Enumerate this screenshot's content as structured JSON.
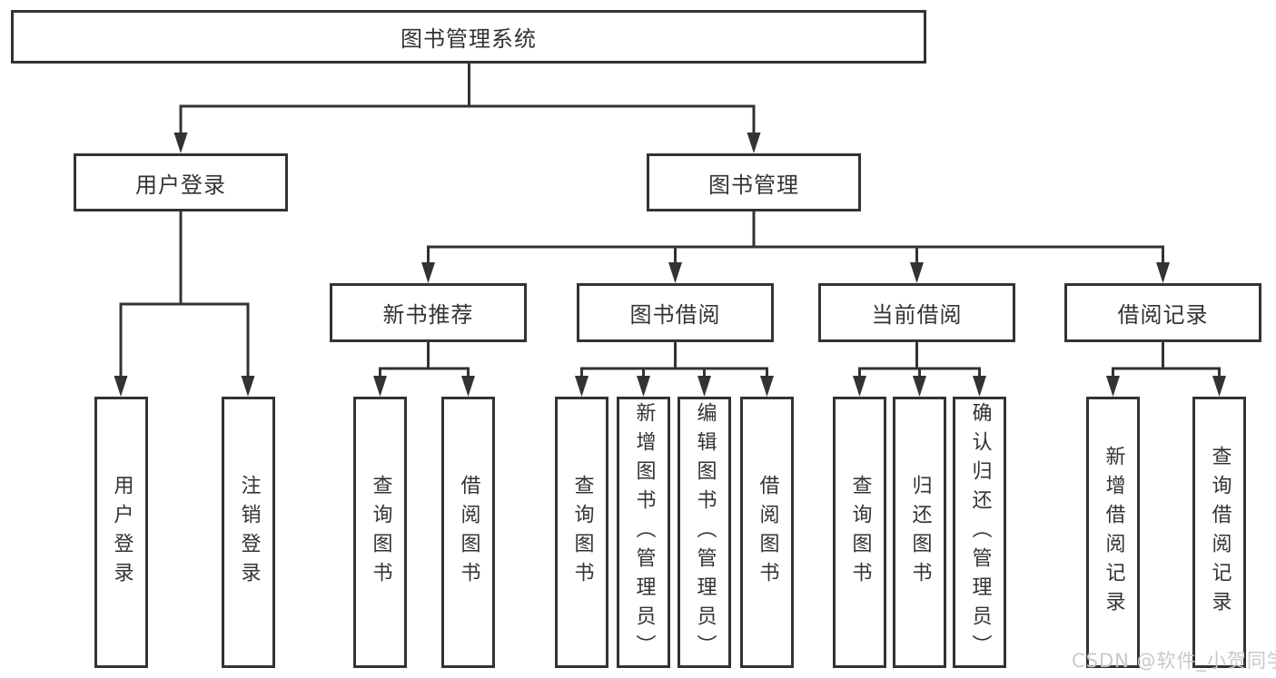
{
  "tree": {
    "root": "图书管理系统",
    "branches": [
      {
        "label": "用户登录",
        "leaves": [
          "用户登录",
          "注销登录"
        ]
      },
      {
        "label": "图书管理",
        "groups": [
          {
            "label": "新书推荐",
            "leaves": [
              "查询图书",
              "借阅图书"
            ]
          },
          {
            "label": "图书借阅",
            "leaves": [
              "查询图书",
              "新增图书（管理员）",
              "编辑图书（管理员）",
              "借阅图书"
            ]
          },
          {
            "label": "当前借阅",
            "leaves": [
              "查询图书",
              "归还图书",
              "确认归还（管理员）"
            ]
          },
          {
            "label": "借阅记录",
            "leaves": [
              "新增借阅记录",
              "查询借阅记录"
            ]
          }
        ]
      }
    ]
  },
  "watermark": {
    "text": "CSDN @软件_小贺同学"
  },
  "colors": {
    "line": "#333333",
    "box_border": "#333333",
    "text": "#333333",
    "background": "#ffffff",
    "watermark": "#c9c9c9"
  }
}
